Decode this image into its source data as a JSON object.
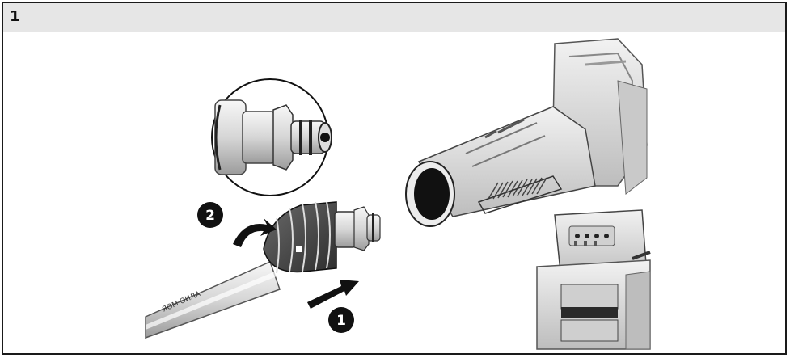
{
  "section": {
    "step_number": "1"
  },
  "callouts": [
    {
      "number": "1",
      "meaning": "push"
    },
    {
      "number": "2",
      "meaning": "rotate"
    }
  ],
  "hose_print": "ЯОМ ОИЛА"
}
